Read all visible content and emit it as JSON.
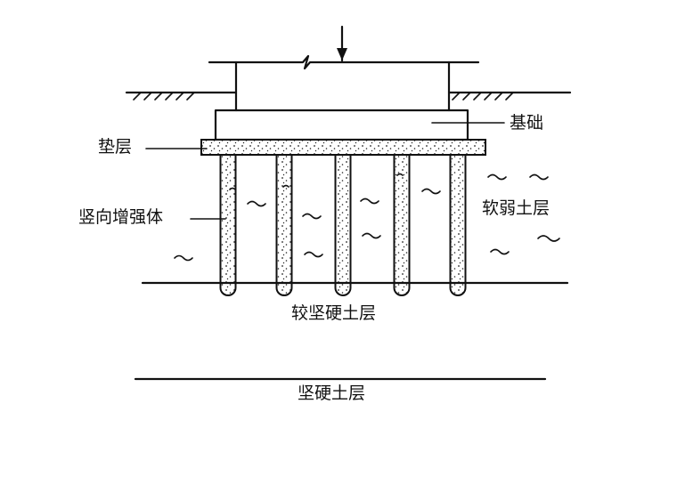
{
  "labels": {
    "foundation": "基础",
    "cushion": "垫层",
    "vertical_reinforcement": "竖向增强体",
    "soft_soil": "软弱土层",
    "firmer_soil": "较坚硬土层",
    "hard_soil": "坚硬土层"
  },
  "colors": {
    "ink": "#111111",
    "background": "#ffffff"
  },
  "pile_count": 5
}
